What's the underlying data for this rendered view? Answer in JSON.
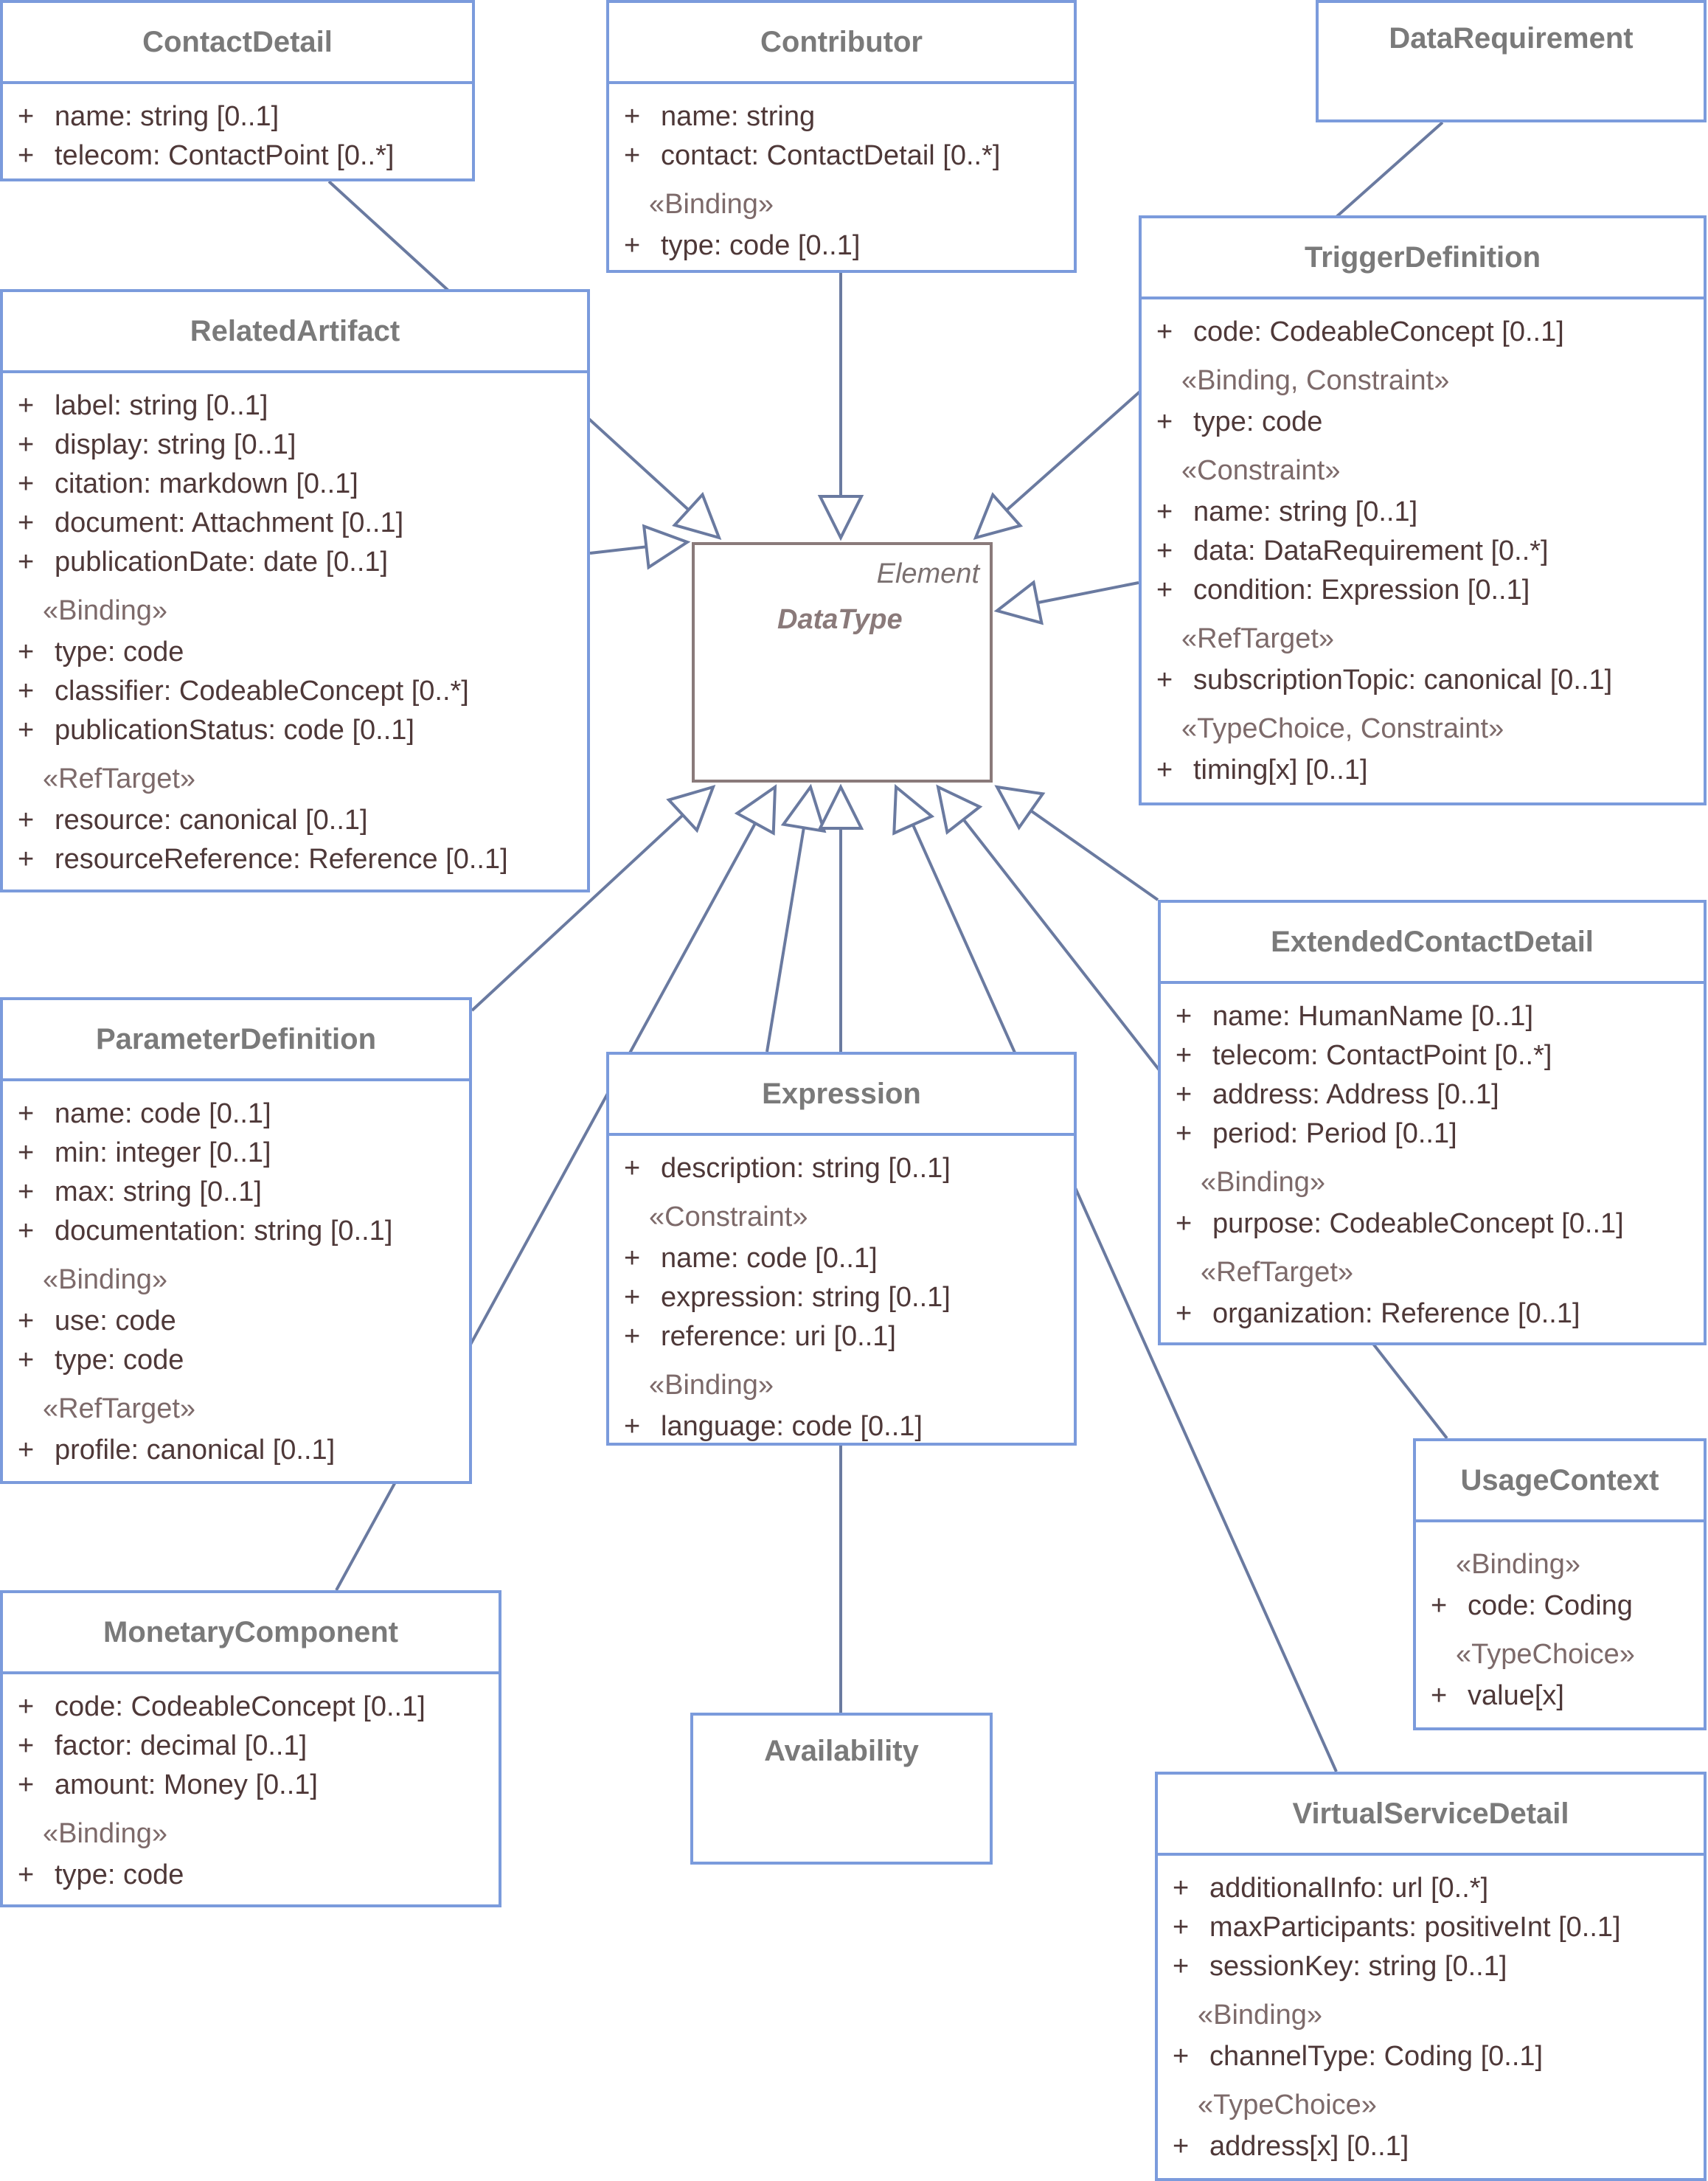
{
  "colors": {
    "border": "#7b9bdc",
    "header_text": "#7a7a7a",
    "attr_text": "#4e3838",
    "stereotype_text": "#7d6a6a",
    "line": "#6a7aa0"
  },
  "center": {
    "stereotype": "Element",
    "name": "DataType"
  },
  "classes": {
    "contact_detail": {
      "name": "ContactDetail",
      "rows": [
        {
          "kind": "attr",
          "text": "name: string [0..1]"
        },
        {
          "kind": "attr",
          "text": "telecom: ContactPoint [0..*]"
        }
      ]
    },
    "contributor": {
      "name": "Contributor",
      "rows": [
        {
          "kind": "attr",
          "text": "name: string"
        },
        {
          "kind": "attr",
          "text": "contact: ContactDetail [0..*]"
        },
        {
          "kind": "stereo",
          "text": "«Binding»"
        },
        {
          "kind": "attr",
          "text": "type: code [0..1]"
        }
      ]
    },
    "data_requirement": {
      "name": "DataRequirement",
      "rows": []
    },
    "trigger_definition": {
      "name": "TriggerDefinition",
      "rows": [
        {
          "kind": "attr",
          "text": "code: CodeableConcept [0..1]"
        },
        {
          "kind": "stereo",
          "text": "«Binding, Constraint»"
        },
        {
          "kind": "attr",
          "text": "type: code"
        },
        {
          "kind": "stereo",
          "text": "«Constraint»"
        },
        {
          "kind": "attr",
          "text": "name: string [0..1]"
        },
        {
          "kind": "attr",
          "text": "data: DataRequirement [0..*]"
        },
        {
          "kind": "attr",
          "text": "condition: Expression [0..1]"
        },
        {
          "kind": "stereo",
          "text": "«RefTarget»"
        },
        {
          "kind": "attr",
          "text": "subscriptionTopic: canonical [0..1]"
        },
        {
          "kind": "stereo",
          "text": "«TypeChoice, Constraint»"
        },
        {
          "kind": "attr",
          "text": "timing[x] [0..1]"
        }
      ]
    },
    "related_artifact": {
      "name": "RelatedArtifact",
      "rows": [
        {
          "kind": "attr",
          "text": "label: string [0..1]"
        },
        {
          "kind": "attr",
          "text": "display: string [0..1]"
        },
        {
          "kind": "attr",
          "text": "citation: markdown [0..1]"
        },
        {
          "kind": "attr",
          "text": "document: Attachment [0..1]"
        },
        {
          "kind": "attr",
          "text": "publicationDate: date [0..1]"
        },
        {
          "kind": "stereo",
          "text": "«Binding»"
        },
        {
          "kind": "attr",
          "text": "type: code"
        },
        {
          "kind": "attr",
          "text": "classifier: CodeableConcept [0..*]"
        },
        {
          "kind": "attr",
          "text": "publicationStatus: code [0..1]"
        },
        {
          "kind": "stereo",
          "text": "«RefTarget»"
        },
        {
          "kind": "attr",
          "text": "resource: canonical [0..1]"
        },
        {
          "kind": "attr",
          "text": "resourceReference: Reference [0..1]"
        }
      ]
    },
    "extended_contact_detail": {
      "name": "ExtendedContactDetail",
      "rows": [
        {
          "kind": "attr",
          "text": "name: HumanName [0..1]"
        },
        {
          "kind": "attr",
          "text": "telecom: ContactPoint [0..*]"
        },
        {
          "kind": "attr",
          "text": "address: Address [0..1]"
        },
        {
          "kind": "attr",
          "text": "period: Period [0..1]"
        },
        {
          "kind": "stereo",
          "text": "«Binding»"
        },
        {
          "kind": "attr",
          "text": "purpose: CodeableConcept [0..1]"
        },
        {
          "kind": "stereo",
          "text": "«RefTarget»"
        },
        {
          "kind": "attr",
          "text": "organization: Reference [0..1]"
        }
      ]
    },
    "parameter_definition": {
      "name": "ParameterDefinition",
      "rows": [
        {
          "kind": "attr",
          "text": "name: code [0..1]"
        },
        {
          "kind": "attr",
          "text": "min: integer [0..1]"
        },
        {
          "kind": "attr",
          "text": "max: string [0..1]"
        },
        {
          "kind": "attr",
          "text": "documentation: string [0..1]"
        },
        {
          "kind": "stereo",
          "text": "«Binding»"
        },
        {
          "kind": "attr",
          "text": "use: code"
        },
        {
          "kind": "attr",
          "text": "type: code"
        },
        {
          "kind": "stereo",
          "text": "«RefTarget»"
        },
        {
          "kind": "attr",
          "text": "profile: canonical [0..1]"
        }
      ]
    },
    "expression": {
      "name": "Expression",
      "rows": [
        {
          "kind": "attr",
          "text": "description: string [0..1]"
        },
        {
          "kind": "stereo",
          "text": "«Constraint»"
        },
        {
          "kind": "attr",
          "text": "name: code [0..1]"
        },
        {
          "kind": "attr",
          "text": "expression: string [0..1]"
        },
        {
          "kind": "attr",
          "text": "reference: uri [0..1]"
        },
        {
          "kind": "stereo",
          "text": "«Binding»"
        },
        {
          "kind": "attr",
          "text": "language: code [0..1]"
        }
      ]
    },
    "usage_context": {
      "name": "UsageContext",
      "rows": [
        {
          "kind": "stereo",
          "text": "«Binding»"
        },
        {
          "kind": "attr",
          "text": "code: Coding"
        },
        {
          "kind": "stereo",
          "text": "«TypeChoice»"
        },
        {
          "kind": "attr",
          "text": "value[x]"
        }
      ]
    },
    "monetary_component": {
      "name": "MonetaryComponent",
      "rows": [
        {
          "kind": "attr",
          "text": "code: CodeableConcept [0..1]"
        },
        {
          "kind": "attr",
          "text": "factor: decimal [0..1]"
        },
        {
          "kind": "attr",
          "text": "amount: Money [0..1]"
        },
        {
          "kind": "stereo",
          "text": "«Binding»"
        },
        {
          "kind": "attr",
          "text": "type: code"
        }
      ]
    },
    "availability": {
      "name": "Availability",
      "rows": []
    },
    "virtual_service_detail": {
      "name": "VirtualServiceDetail",
      "rows": [
        {
          "kind": "attr",
          "text": "additionalInfo: url [0..*]"
        },
        {
          "kind": "attr",
          "text": "maxParticipants: positiveInt [0..1]"
        },
        {
          "kind": "attr",
          "text": "sessionKey: string [0..1]"
        },
        {
          "kind": "stereo",
          "text": "«Binding»"
        },
        {
          "kind": "attr",
          "text": "channelType: Coding [0..1]"
        },
        {
          "kind": "stereo",
          "text": "«TypeChoice»"
        },
        {
          "kind": "attr",
          "text": "address[x] [0..1]"
        }
      ]
    }
  }
}
